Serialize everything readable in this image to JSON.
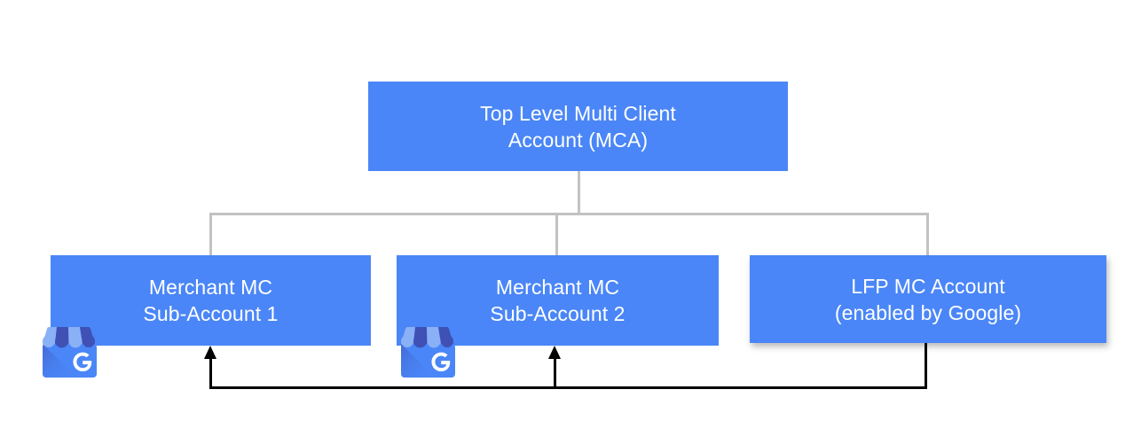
{
  "diagram": {
    "title": "Google Merchant Center account hierarchy with LFP feedback flow",
    "colors": {
      "node_blue": "#4a86f7",
      "node_text": "#ffffff",
      "tree_line": "#c2c2c2",
      "flow_line": "#000000",
      "background": "#ffffff"
    },
    "nodes": [
      {
        "id": "top-level-mca",
        "label": "Top Level Multi Client\nAccount (MCA)",
        "line1": "Top Level Multi Client",
        "line2": "Account (MCA)"
      },
      {
        "id": "merchant-mc-sub-account-1",
        "label": "Merchant MC\nSub-Account 1",
        "line1": "Merchant MC",
        "line2": "Sub-Account 1",
        "icon": "google-my-business-storefront-icon"
      },
      {
        "id": "merchant-mc-sub-account-2",
        "label": "Merchant MC\nSub-Account 2",
        "line1": "Merchant MC",
        "line2": "Sub-Account 2",
        "icon": "google-my-business-storefront-icon"
      },
      {
        "id": "lfp-mc-account",
        "label": "LFP MC Account\n(enabled by Google)",
        "line1": "LFP MC Account",
        "line2": "(enabled by Google)"
      }
    ],
    "connectors": [
      {
        "id": "stem-top",
        "from": "top-level-mca",
        "to": "branch-bar",
        "style": "grey"
      },
      {
        "id": "drop-left",
        "from": "branch-bar",
        "to": "merchant-mc-sub-account-1",
        "style": "grey"
      },
      {
        "id": "drop-mid",
        "from": "branch-bar",
        "to": "merchant-mc-sub-account-2",
        "style": "grey"
      },
      {
        "id": "drop-right",
        "from": "branch-bar",
        "to": "lfp-mc-account",
        "style": "grey"
      }
    ],
    "flows": [
      {
        "id": "lfp-to-sub1",
        "from": "lfp-mc-account",
        "to": "merchant-mc-sub-account-1",
        "style": "black",
        "arrow": "up"
      },
      {
        "id": "lfp-to-sub2",
        "from": "lfp-mc-account",
        "to": "merchant-mc-sub-account-2",
        "style": "black",
        "arrow": "up"
      }
    ]
  }
}
